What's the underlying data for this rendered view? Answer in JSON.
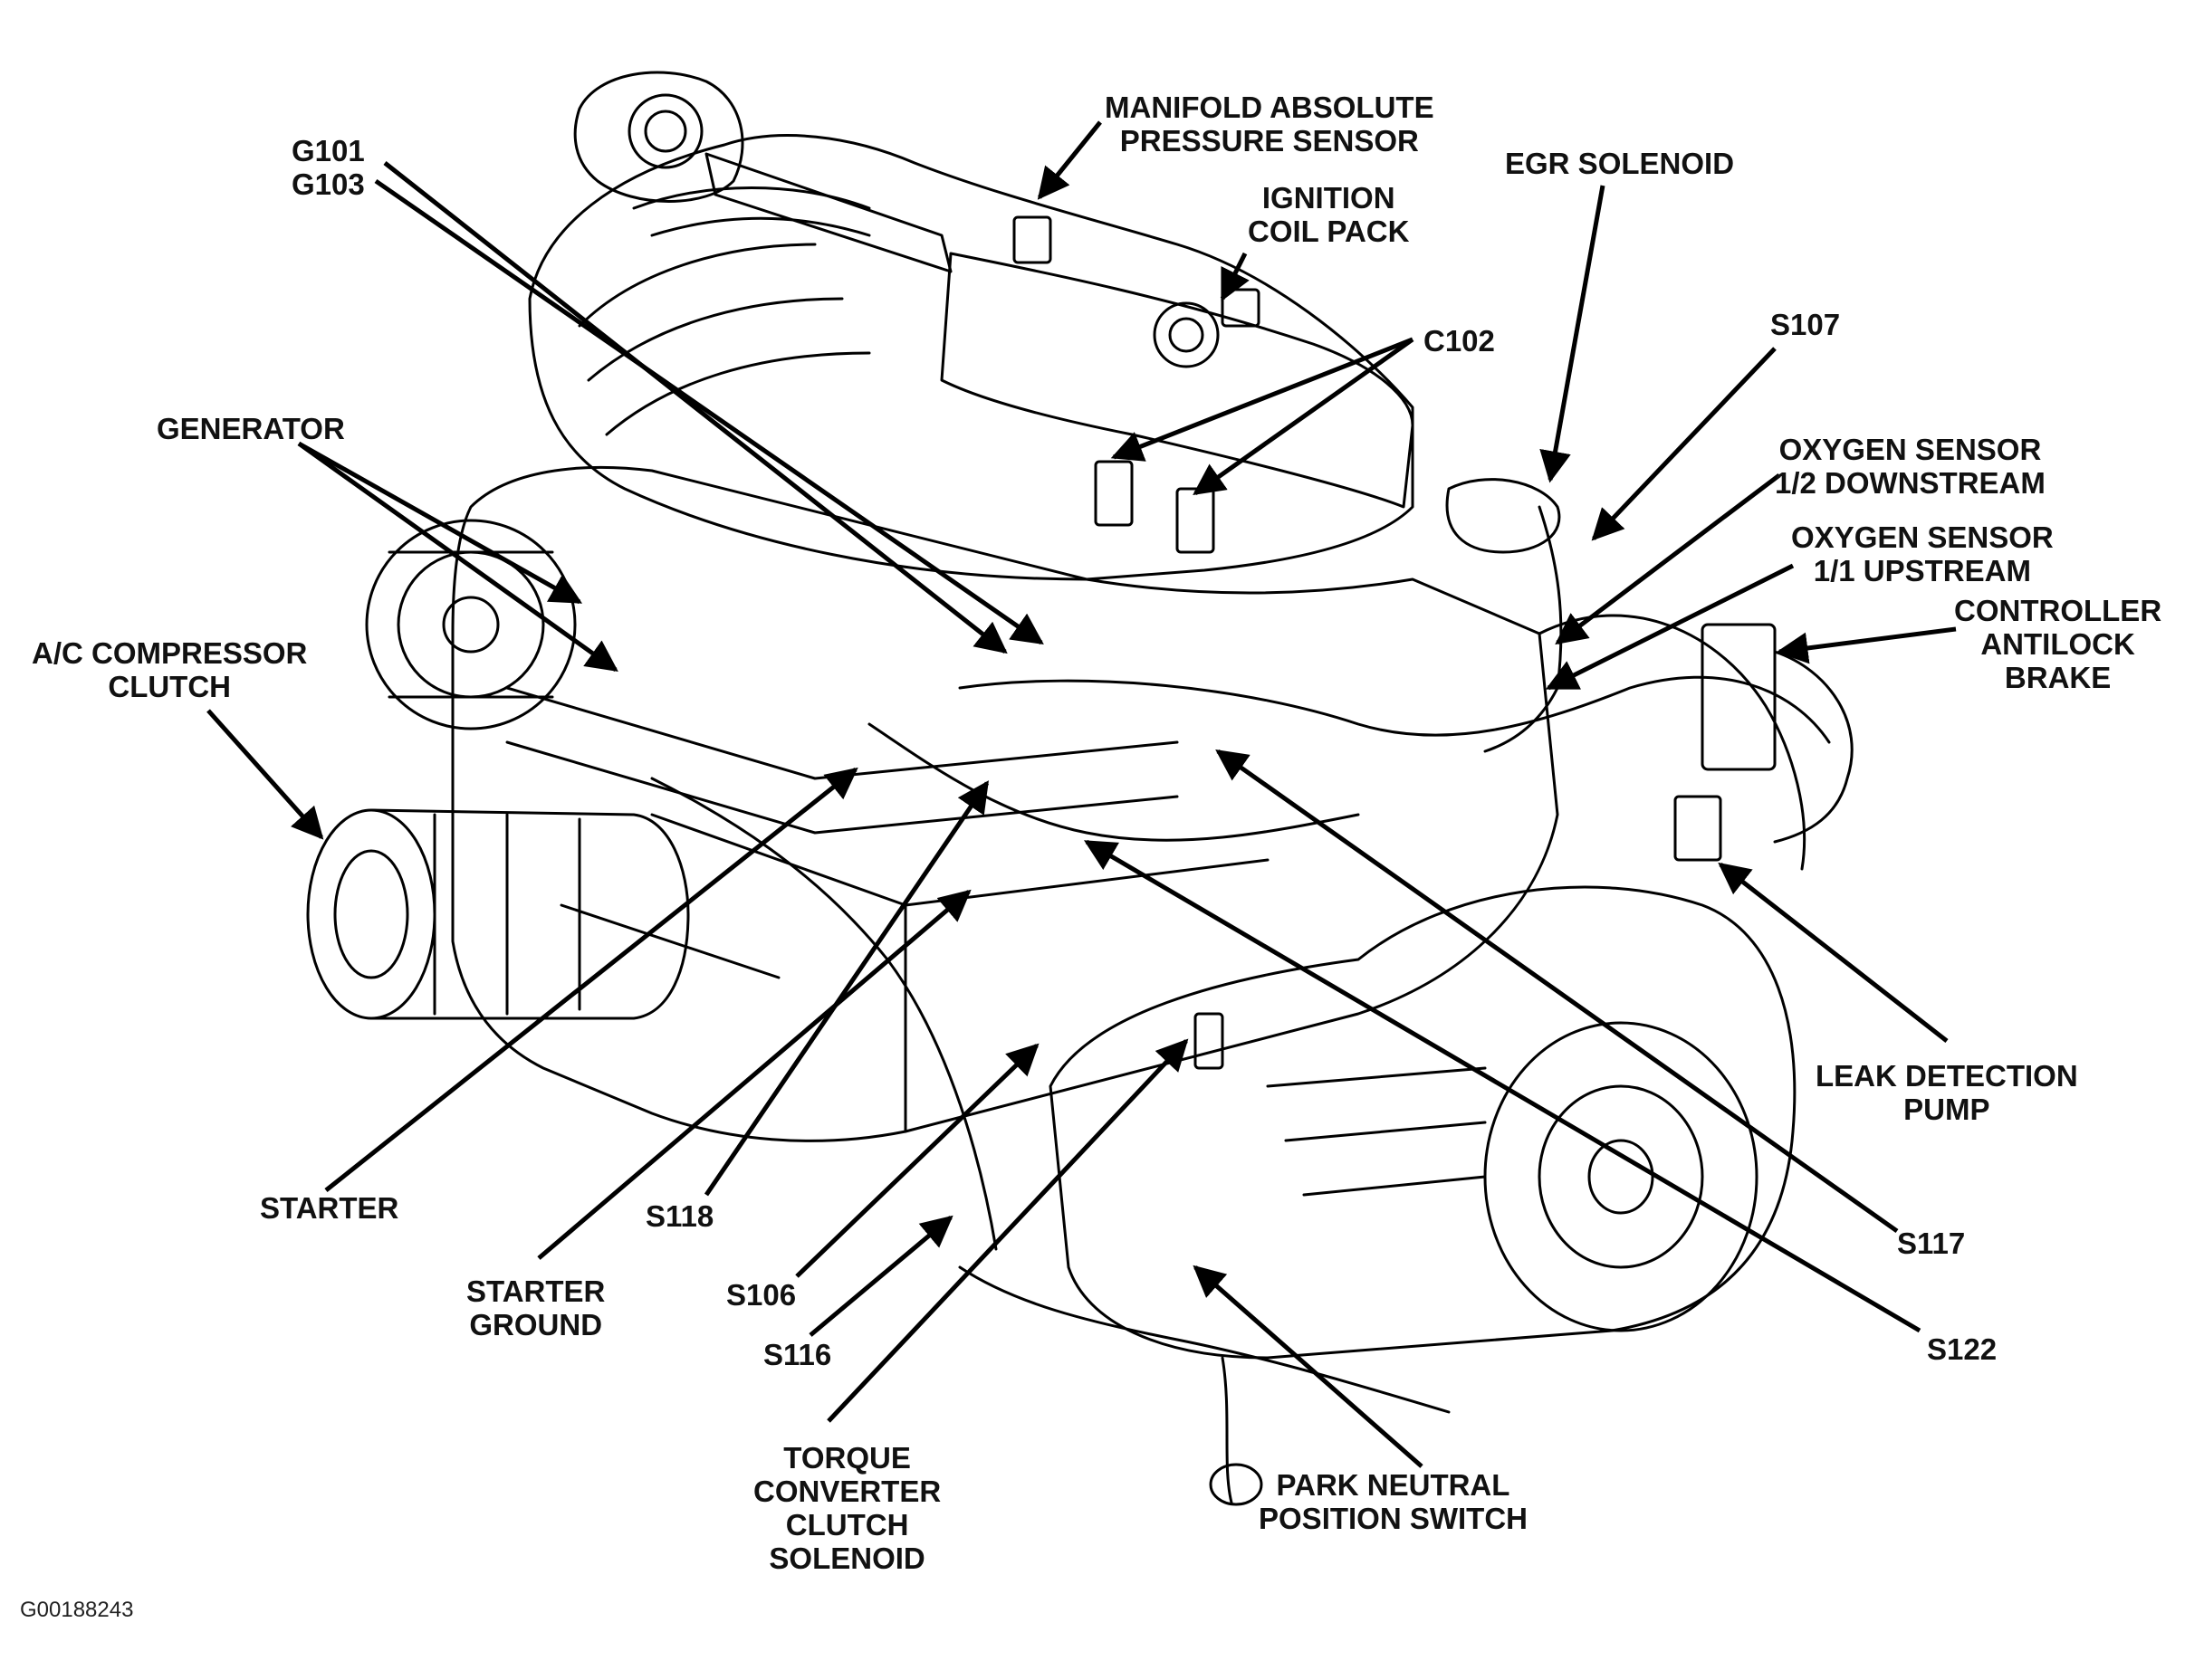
{
  "diagram": {
    "figure_id": "G00188243",
    "labels": {
      "g101": "G101",
      "g103": "G103",
      "map_sensor": [
        "MANIFOLD ABSOLUTE",
        "PRESSURE SENSOR"
      ],
      "ignition_coil": [
        "IGNITION",
        "COIL PACK"
      ],
      "egr_solenoid": "EGR SOLENOID",
      "c102": "C102",
      "s107": "S107",
      "generator": "GENERATOR",
      "o2_downstream": [
        "OXYGEN SENSOR",
        "1/2 DOWNSTREAM"
      ],
      "o2_upstream": [
        "OXYGEN SENSOR",
        "1/1 UPSTREAM"
      ],
      "controller_antilock_brake": [
        "CONTROLLER",
        "ANTILOCK",
        "BRAKE"
      ],
      "ac_compressor_clutch": [
        "A/C COMPRESSOR",
        "CLUTCH"
      ],
      "leak_detection_pump": [
        "LEAK DETECTION",
        "PUMP"
      ],
      "starter": "STARTER",
      "s118": "S118",
      "s117": "S117",
      "starter_ground": [
        "STARTER",
        "GROUND"
      ],
      "s106": "S106",
      "s122": "S122",
      "s116": "S116",
      "tcc_solenoid": [
        "TORQUE",
        "CONVERTER",
        "CLUTCH",
        "SOLENOID"
      ],
      "pnp_switch": [
        "PARK NEUTRAL",
        "POSITION SWITCH"
      ]
    }
  }
}
